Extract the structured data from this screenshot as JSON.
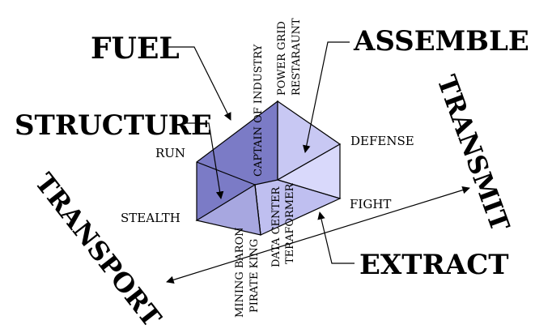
{
  "labels": {
    "fuel": "FUEL",
    "assemble": "ASSEMBLE",
    "structure": "STRUCTURE",
    "transmit": "TRANSMIT",
    "transport": "TRANSPORT",
    "extract": "EXTRACT",
    "run": "RUN",
    "defense": "DEFENSE",
    "stealth": "STEALTH",
    "fight": "FIGHT",
    "captain_of_industry": "CAPTAIN OF INDUSTRY",
    "power_grid": "POWER GRID",
    "restaraunt": "RESTARAUNT",
    "data_center": "DATA CENTER",
    "teraformer": "TERAFORMER",
    "mining_baron": "MINING BARON",
    "pirate_king": "PIRATE KING"
  },
  "colors": {
    "left_face": "#7b7bc6",
    "top_left_face": "#6b6bb8",
    "top_right_face": "#c8c8f3",
    "right_face": "#d9d9fb",
    "bottom_face": "#a7a7e0",
    "bottom_right_face": "#bfbff0"
  }
}
